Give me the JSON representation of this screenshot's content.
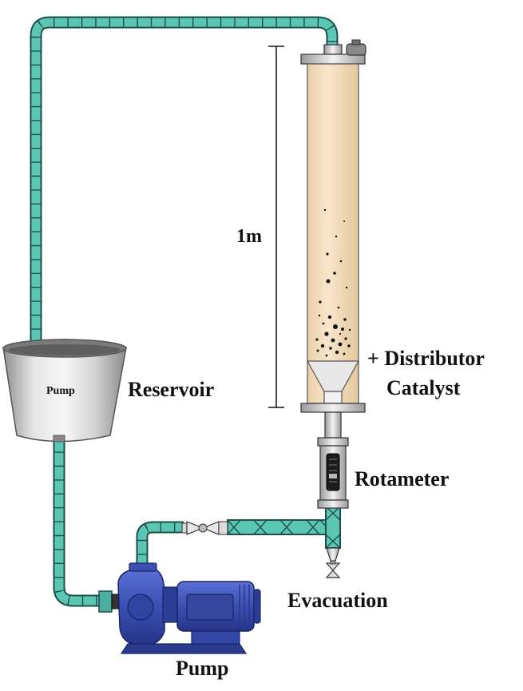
{
  "labels": {
    "reservoir": "Reservoir",
    "reservoir_inner": "Pump",
    "distributor": "+ Distributor",
    "catalyst": "Catalyst",
    "rotameter": "Rotameter",
    "evacuation": "Evacuation",
    "pump": "Pump",
    "height": "1m"
  },
  "colors": {
    "pipe": "#5cc6b5",
    "pipe_stroke": "#1f4f4a",
    "column_fill": "#f5dfbf",
    "pump_blue": "#3a4fb0",
    "pump_dark": "#22307a",
    "metal": "#cfcfcf"
  }
}
